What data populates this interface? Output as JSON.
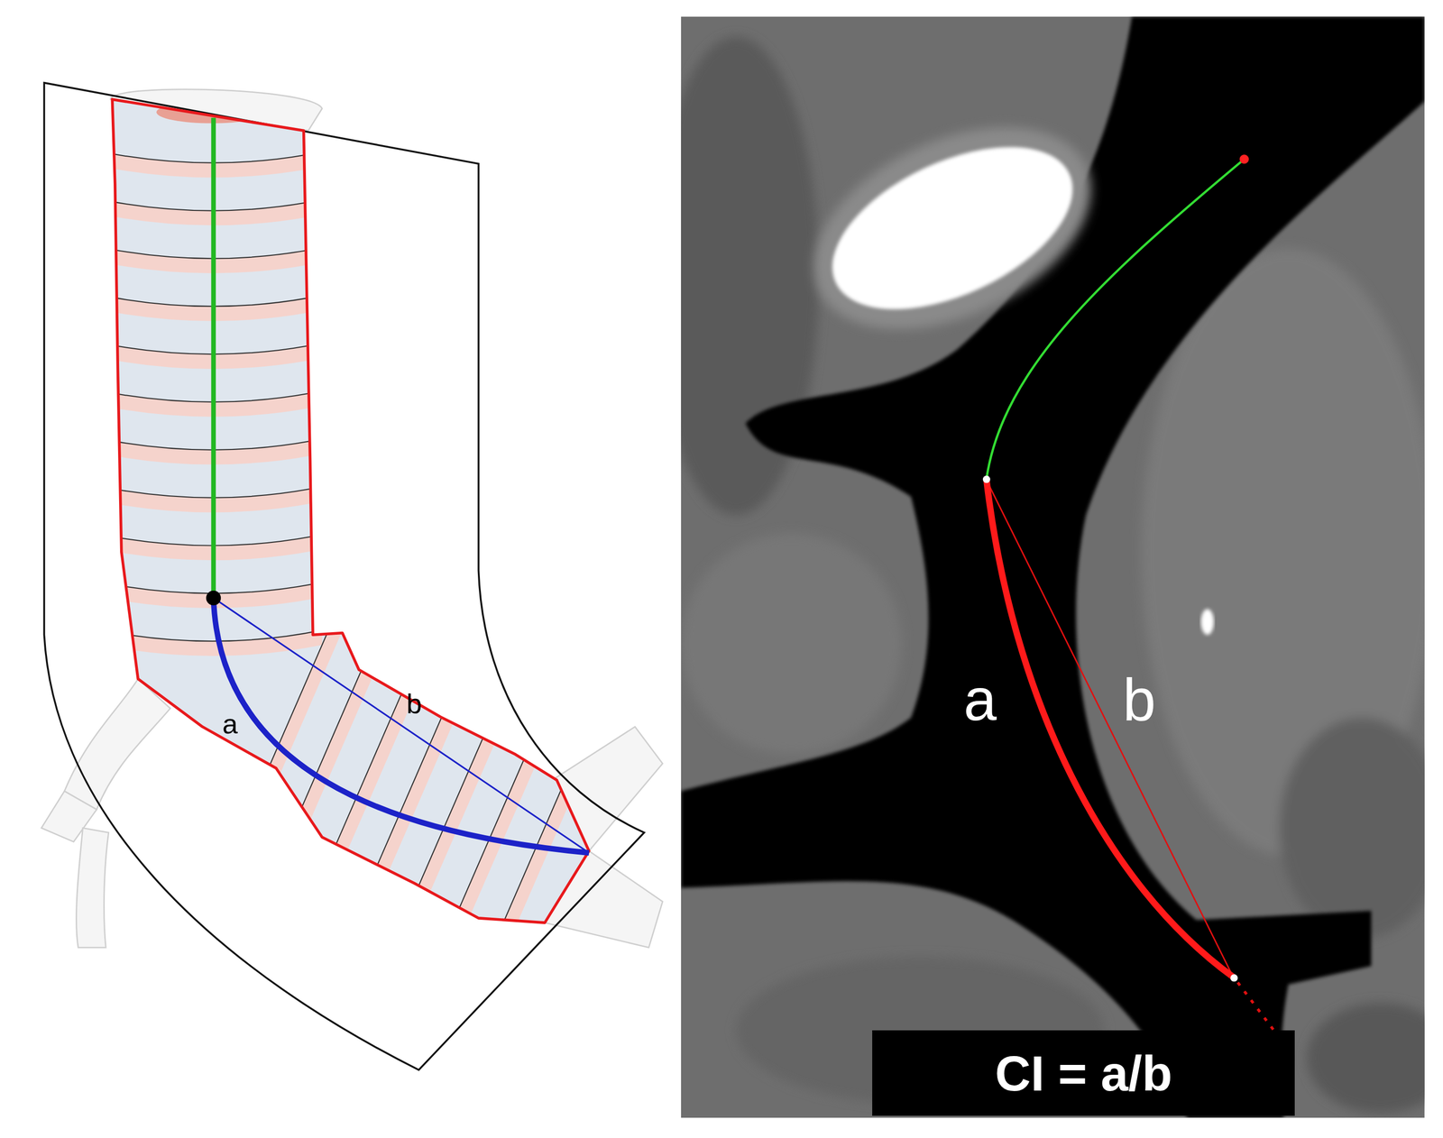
{
  "diagram": {
    "nodes": [
      {
        "text": [
          "CI = a/b"
        ]
      }
    ],
    "labels": [
      "a",
      "b",
      "a",
      "b"
    ]
  }
}
